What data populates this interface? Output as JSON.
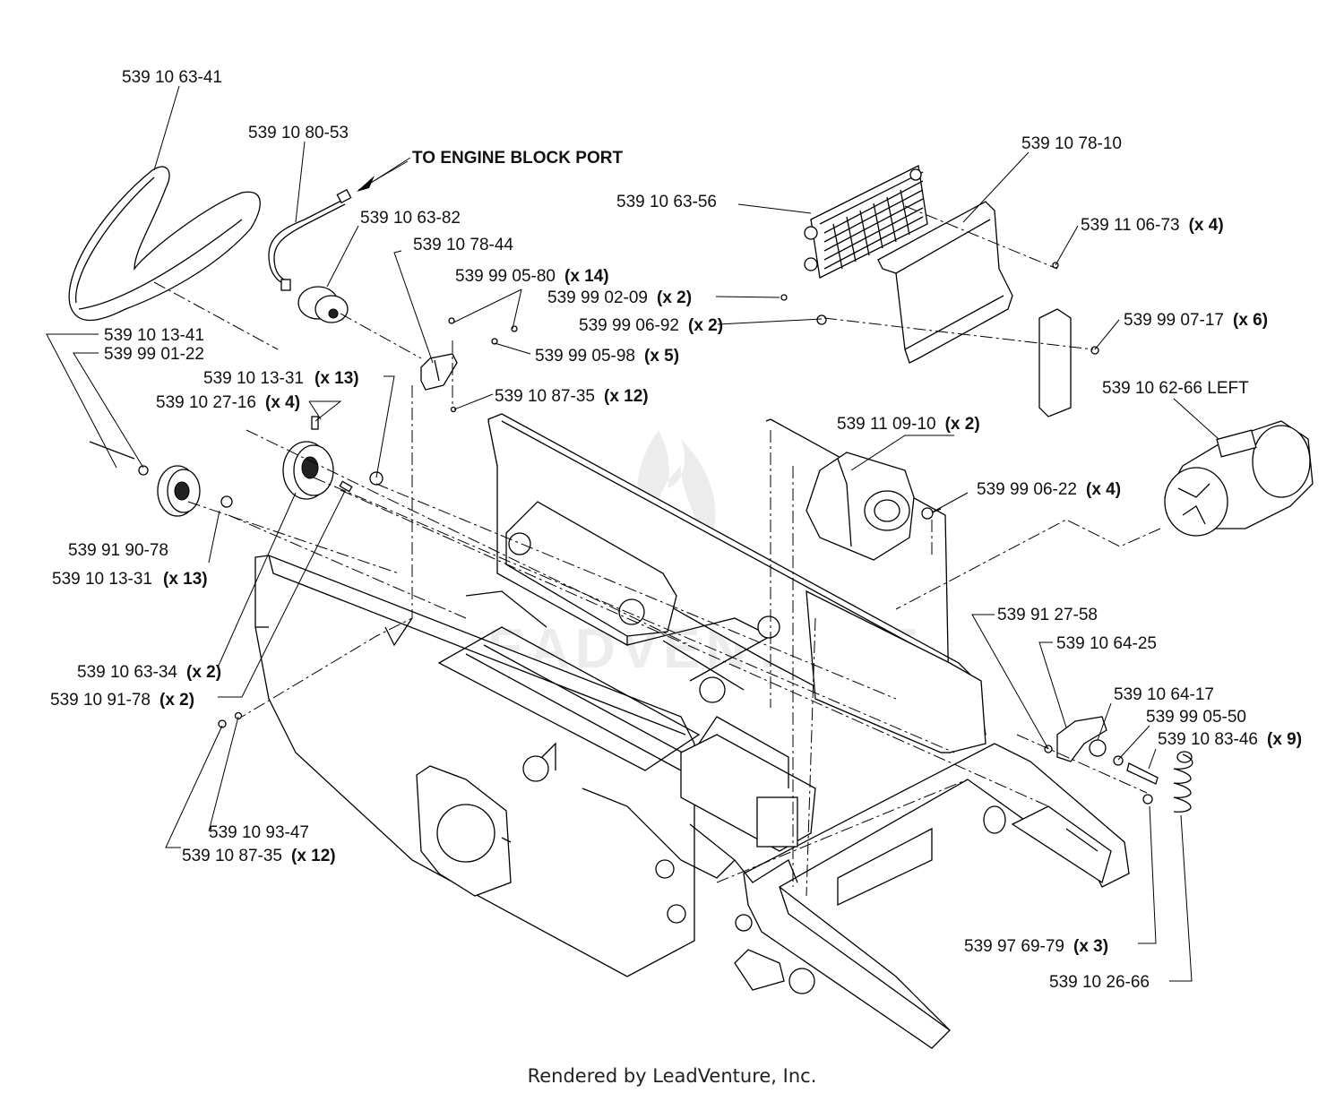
{
  "labels": {
    "p_631041": "539 10 63-41",
    "p_108053": "539 10 80-53",
    "engine_port": "TO ENGINE BLOCK PORT",
    "p_106382": "539 10 63-82",
    "p_107844": "539 10 78-44",
    "p_990580": "539 99 05-80",
    "q_990580": "(x 14)",
    "p_107810": "539 10 78-10",
    "p_106356": "539 10 63-56",
    "p_110673": "539 11 06-73",
    "q_110673": "(x 4)",
    "p_990209": "539 99 02-09",
    "q_990209": "(x 2)",
    "p_990692": "539 99 06-92",
    "q_990692": "(x 2)",
    "p_990717": "539 99 07-17",
    "q_990717": "(x 6)",
    "p_990598": "539 99 05-98",
    "q_990598": "(x 5)",
    "p_101341": "539 10 13-41",
    "p_990122": "539 99 01-22",
    "p_101331a": "539 10 13-31",
    "q_101331a": "(x 13)",
    "p_102716": "539 10 27-16",
    "q_102716": "(x 4)",
    "p_108735a": "539 10 87-35",
    "q_108735a": "(x 12)",
    "p_106266": "539 10 62-66 LEFT",
    "p_110910": "539 11 09-10",
    "q_110910": "(x 2)",
    "p_990622": "539 99 06-22",
    "q_990622": "(x 4)",
    "p_919078": "539 91 90-78",
    "p_101331b": "539 10 13-31",
    "q_101331b": "(x 13)",
    "p_912758": "539 91 27-58",
    "p_106425": "539 10 64-25",
    "p_106334": "539 10 63-34",
    "q_106334": "(x 2)",
    "p_109178": "539 10 91-78",
    "q_109178": "(x 2)",
    "p_106417": "539 10 64-17",
    "p_990550": "539 99 05-50",
    "p_108346": "539 10 83-46",
    "q_108346": "(x 9)",
    "p_109347": "539 10 93-47",
    "p_108735b": "539 10 87-35",
    "q_108735b": "(x 12)",
    "p_976979": "539 97 69-79",
    "q_976979": "(x 3)",
    "p_102666": "539 10 26-66"
  },
  "footer": "Rendered by LeadVenture, Inc.",
  "watermark": "LEADVENTURE"
}
